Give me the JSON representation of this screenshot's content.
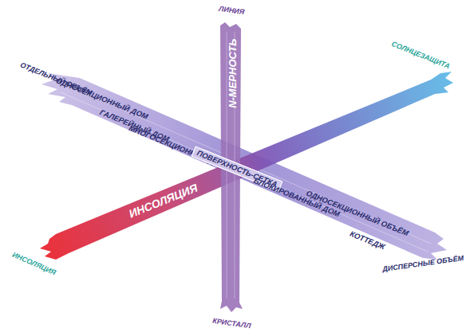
{
  "diagram": {
    "labels": [
      "ЛИНИЯ",
      "ОТДЕЛЬНЫЙ ОБЪЁМ",
      "СОЛНЦЕЗАЩИТА",
      "ОДНОСЕКЦИОННЫЙ ДОМ",
      "N-МЕРНОСТЬ",
      "ГАЛЕРЕЙНЫЙ ДОМ",
      "МНОГОСЕКЦИОННЫЙ ДОМ",
      "ПОВЕРХНОСТЬ-СЕТКА",
      "ИНСОЛЯЦИЯ",
      "БЛОКИРОВАННЫЙ ДОМ",
      "ОДНОСЕКЦИОННЫЙ ОБЪЁМ",
      "КОТТЕДЖ",
      "ИНСОЛЯЦИЯ",
      "ДИСПЕРСНЫЕ ОБЪЁМ",
      "КРИСТАЛЛ"
    ]
  }
}
